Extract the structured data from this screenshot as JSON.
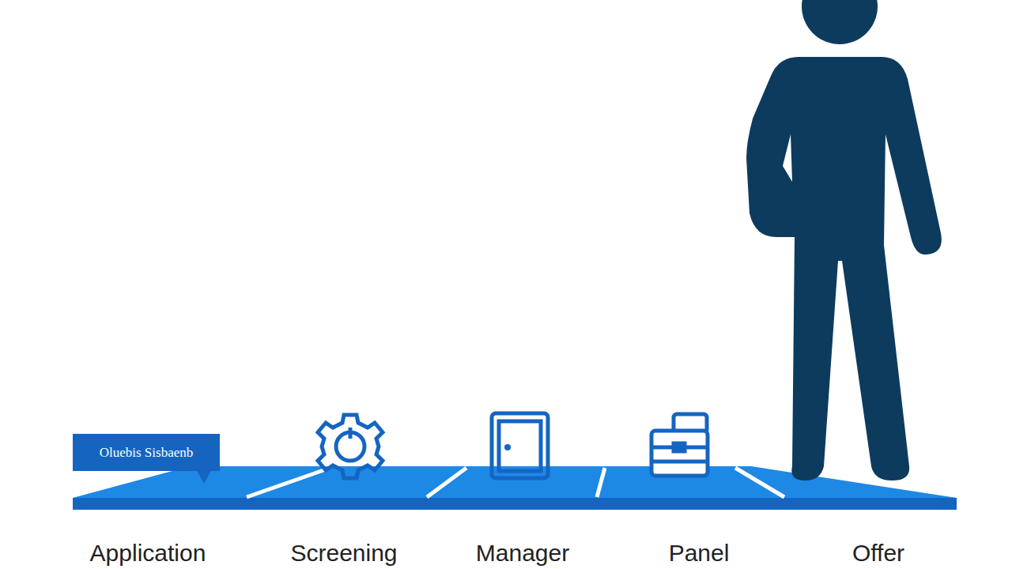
{
  "diagram": {
    "nodes": [
      {
        "text": [
          "Oluebis Sisbaenb"
        ]
      }
    ],
    "labels": [
      "Application",
      "Screening",
      "Manager",
      "Panel",
      "Offer"
    ]
  }
}
